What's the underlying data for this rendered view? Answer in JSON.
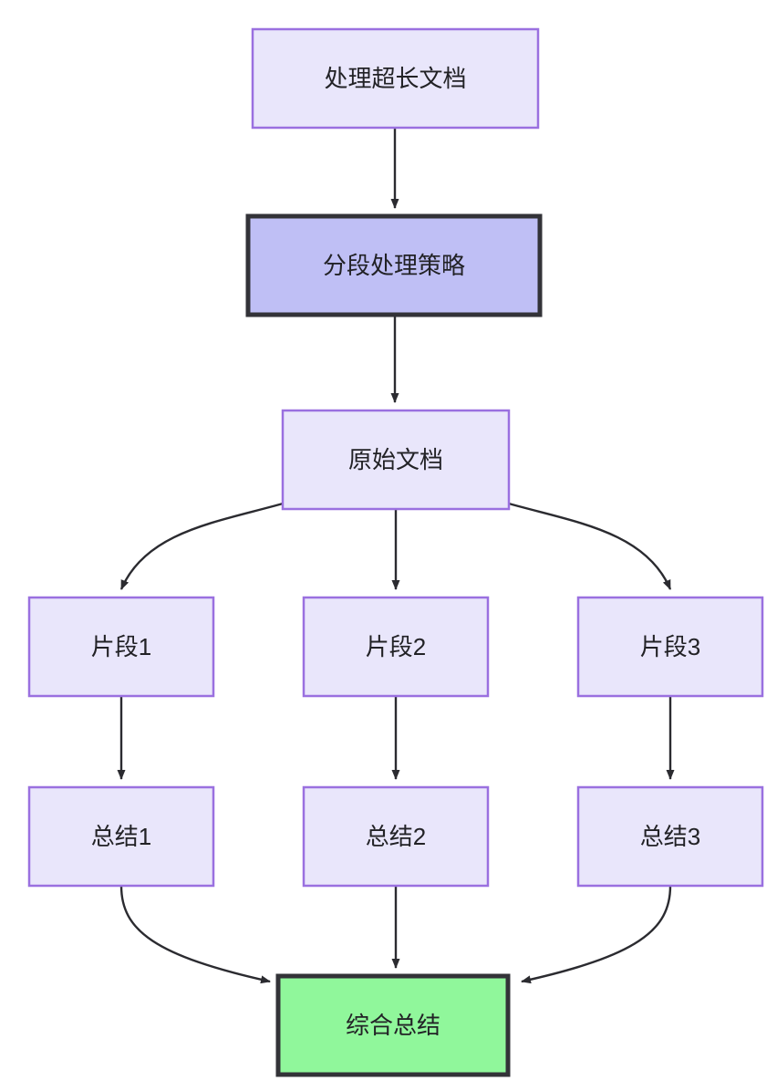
{
  "diagram": {
    "type": "flowchart",
    "direction": "top-down",
    "title_node": "处理超长文档",
    "background_color": "#ffffff",
    "palette": {
      "node_fill": "#e9e6fb",
      "node_border": "#9a70e0",
      "highlight_fill": "#bfbff5",
      "highlight_border": "#333338",
      "final_fill": "#90f79b",
      "final_border": "#333338",
      "edge_color": "#2b2b30",
      "text_color": "#222226"
    },
    "nodes": [
      {
        "id": "n1",
        "label": "处理超长文档",
        "style": "default"
      },
      {
        "id": "n2",
        "label": "分段处理策略",
        "style": "highlight"
      },
      {
        "id": "n3",
        "label": "原始文档",
        "style": "default"
      },
      {
        "id": "n4",
        "label": "片段1",
        "style": "default"
      },
      {
        "id": "n5",
        "label": "片段2",
        "style": "default"
      },
      {
        "id": "n6",
        "label": "片段3",
        "style": "default"
      },
      {
        "id": "n7",
        "label": "总结1",
        "style": "default"
      },
      {
        "id": "n8",
        "label": "总结2",
        "style": "default"
      },
      {
        "id": "n9",
        "label": "总结3",
        "style": "default"
      },
      {
        "id": "n10",
        "label": "综合总结",
        "style": "final"
      }
    ],
    "edges": [
      {
        "from": "n1",
        "to": "n2",
        "shape": "straight"
      },
      {
        "from": "n2",
        "to": "n3",
        "shape": "straight"
      },
      {
        "from": "n3",
        "to": "n4",
        "shape": "curved"
      },
      {
        "from": "n3",
        "to": "n5",
        "shape": "straight"
      },
      {
        "from": "n3",
        "to": "n6",
        "shape": "curved"
      },
      {
        "from": "n4",
        "to": "n7",
        "shape": "straight"
      },
      {
        "from": "n5",
        "to": "n8",
        "shape": "straight"
      },
      {
        "from": "n6",
        "to": "n9",
        "shape": "straight"
      },
      {
        "from": "n7",
        "to": "n10",
        "shape": "curved"
      },
      {
        "from": "n8",
        "to": "n10",
        "shape": "straight"
      },
      {
        "from": "n9",
        "to": "n10",
        "shape": "curved"
      }
    ]
  }
}
